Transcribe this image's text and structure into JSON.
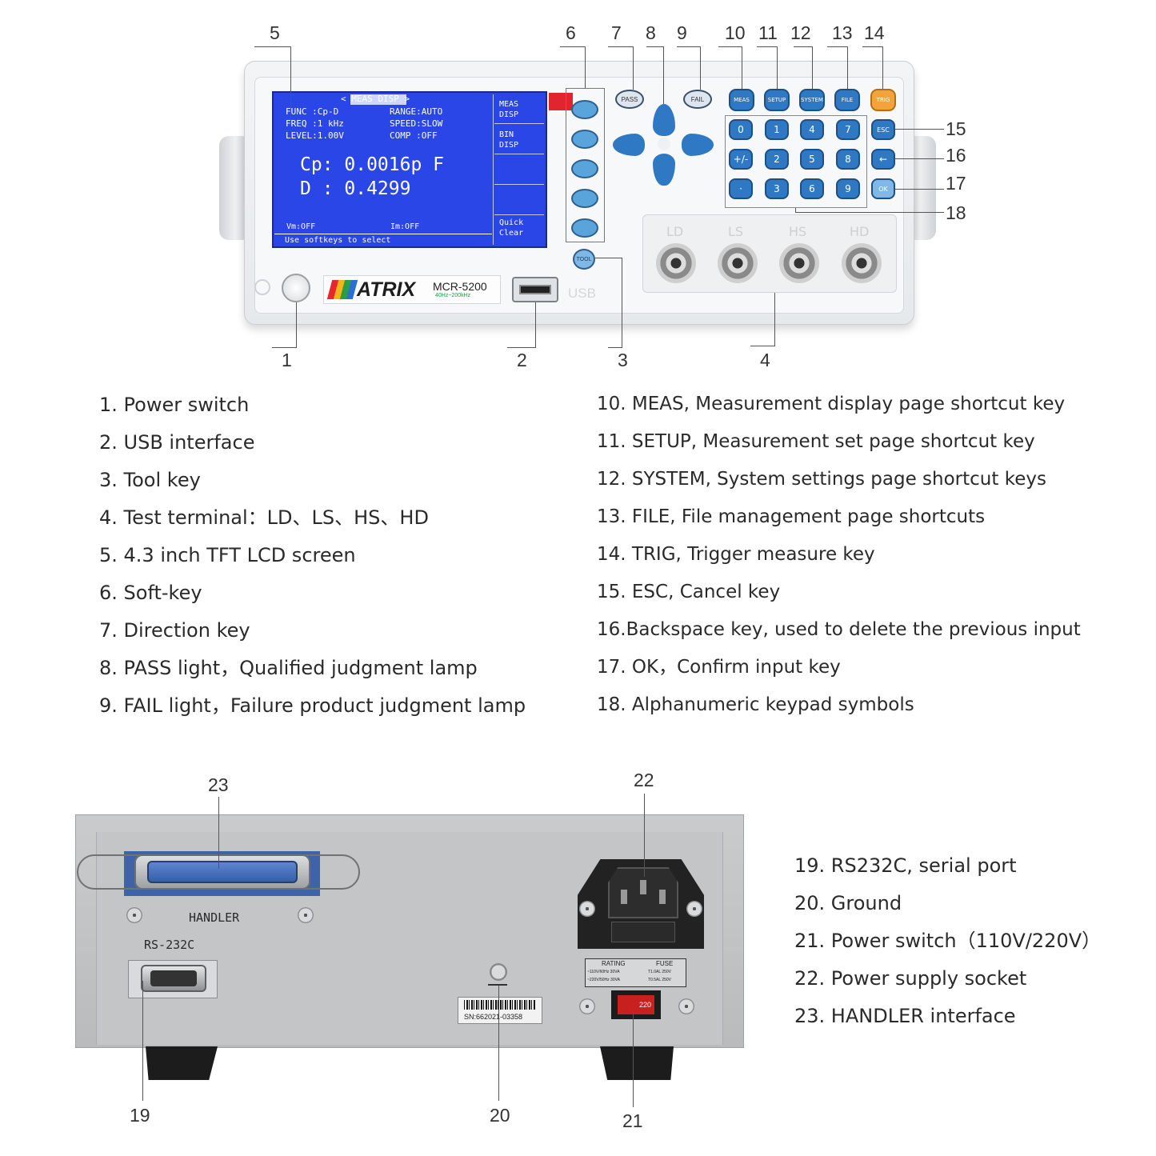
{
  "front": {
    "screen": {
      "header": "< MEAS DISP >",
      "params_left": [
        "FUNC :Cp-D",
        "FREQ :1 kHz",
        "LEVEL:1.00V"
      ],
      "params_right": [
        "RANGE:AUTO",
        "SPEED:SLOW",
        "COMP :OFF"
      ],
      "reading_primary": "Cp: 0.0016p F",
      "reading_secondary": "D : 0.4299",
      "bias_v": "Vm:OFF",
      "bias_i": "Im:OFF",
      "hint": "Use softkeys to select",
      "softkeys": [
        "MEAS DISP",
        "BIN DISP",
        "",
        "",
        "Quick Clear"
      ]
    },
    "lamps": {
      "pass": "PASS",
      "fail": "FAIL"
    },
    "function_keys": [
      "MEAS",
      "SETUP",
      "SYSTEM",
      "FILE",
      "TRIG"
    ],
    "keypad": [
      [
        "0",
        "1",
        "4",
        "7"
      ],
      [
        "+/-",
        "2",
        "5",
        "8"
      ],
      [
        "·",
        "3",
        "6",
        "9"
      ]
    ],
    "side_keys": [
      "ESC",
      "←",
      "OK"
    ],
    "tool_key": "TOOL",
    "brand": "ATRIX",
    "model": "MCR-5200",
    "model_range": "40Hz~200kHz",
    "usb_label": "USB",
    "terminals": [
      "LD",
      "LS",
      "HS",
      "HD"
    ]
  },
  "back": {
    "handler_label": "HANDLER",
    "rs232_label": "RS-232C",
    "serial_number": "SN:662021-03358",
    "rating_header": [
      "RATING",
      "FUSE"
    ],
    "rating_rows": [
      [
        "~110V/60Hz 30VA",
        "T1.0AL 250V"
      ],
      [
        "~220V/50Hz 30VA",
        "T0.5AL 250V"
      ]
    ],
    "voltage_switch": "220"
  },
  "callouts_top": [
    "5",
    "6",
    "7",
    "8",
    "9",
    "10",
    "11",
    "12",
    "13",
    "14"
  ],
  "callouts_right": [
    "15",
    "16",
    "17",
    "18"
  ],
  "callouts_bottom": [
    "1",
    "2",
    "3",
    "4"
  ],
  "callouts_back": [
    "23",
    "22",
    "19",
    "20",
    "21"
  ],
  "legend_left": [
    "1. Power switch",
    "2. USB interface",
    "3. Tool key",
    "4. Test terminal：LD、LS、HS、HD",
    "5. 4.3 inch TFT LCD screen",
    "6. Soft-key",
    "7. Direction key",
    "8. PASS light，Qualified judgment lamp",
    "9. FAIL light，Failure product judgment lamp"
  ],
  "legend_right": [
    "10. MEAS, Measurement display page shortcut key",
    "11. SETUP, Measurement set page shortcut key",
    "12. SYSTEM, System settings page shortcut keys",
    "13. FILE, File management page shortcuts",
    "14. TRIG, Trigger measure key",
    "15. ESC, Cancel key",
    "16.Backspace key, used to delete the previous input",
    "17. OK，Confirm input key",
    "18. Alphanumeric keypad symbols"
  ],
  "legend_back": [
    "19. RS232C, serial port",
    "20. Ground",
    "21. Power switch（110V/220V）",
    "22. Power supply socket",
    "23. HANDLER interface"
  ]
}
